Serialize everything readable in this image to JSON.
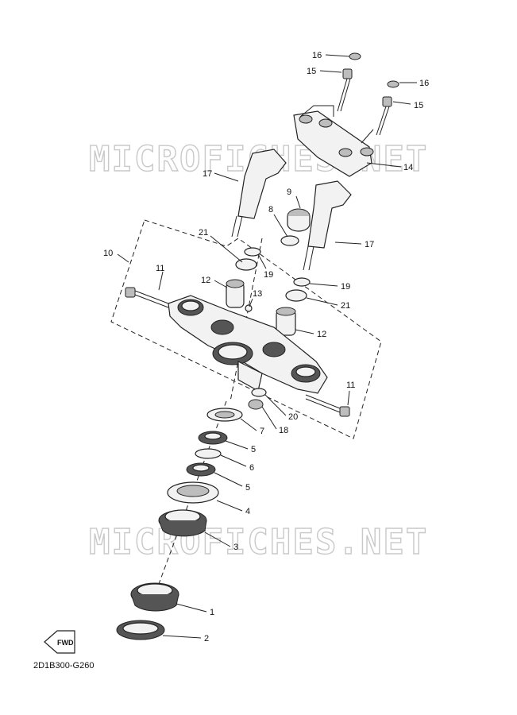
{
  "watermark": "MICROFICHES.NET",
  "diagram_code": "2D1B300-G260",
  "fwd_label": "FWD",
  "callouts": [
    "16",
    "15",
    "16",
    "15",
    "14",
    "17",
    "9",
    "8",
    "17",
    "10",
    "21",
    "19",
    "11",
    "12",
    "13",
    "19",
    "21",
    "12",
    "11",
    "20",
    "18",
    "7",
    "5",
    "6",
    "5",
    "4",
    "3",
    "1",
    "2"
  ]
}
